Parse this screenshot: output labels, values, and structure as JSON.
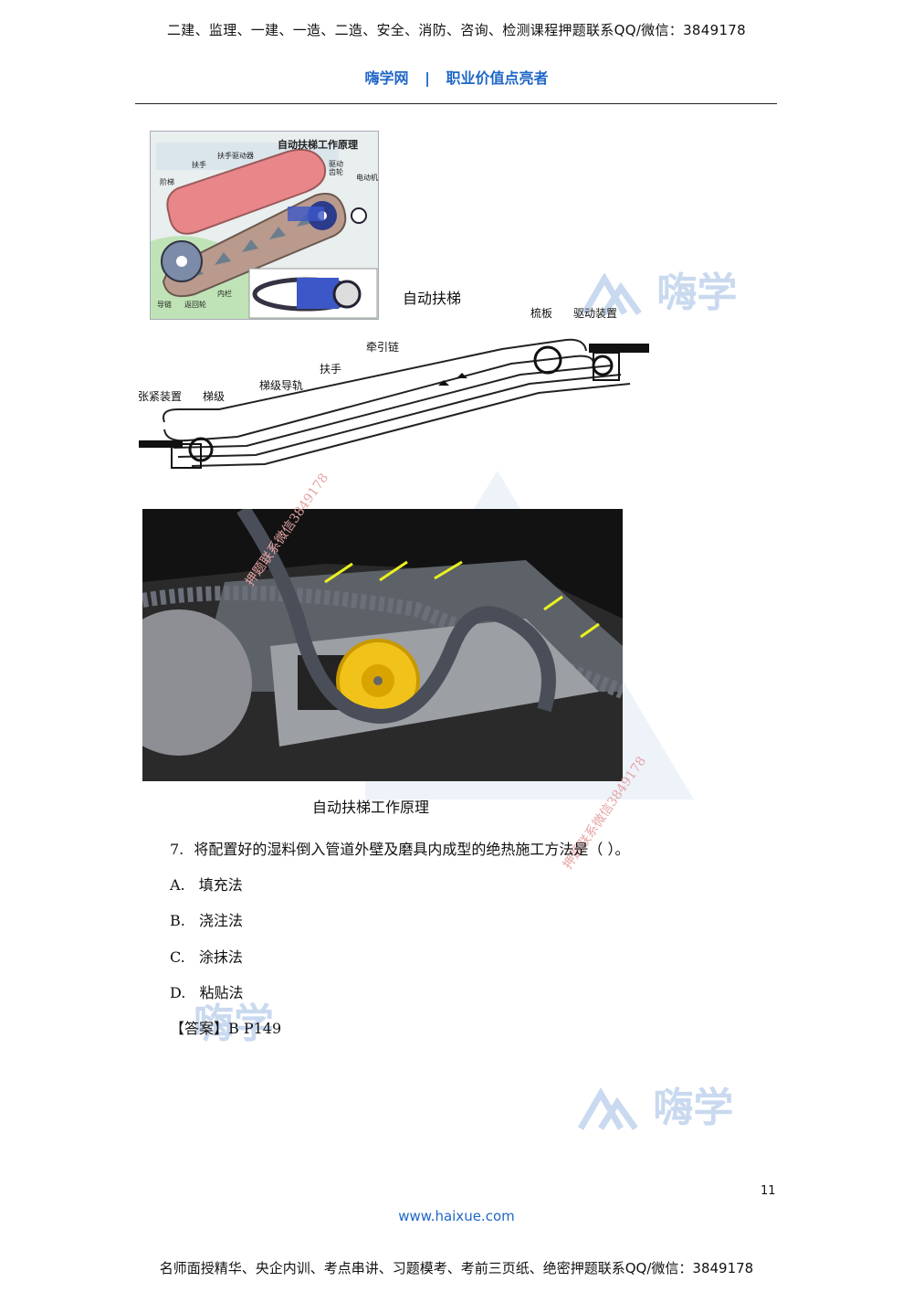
{
  "header": {
    "banner": "二建、监理、一建、一造、二造、安全、消防、咨询、检测课程押题联系QQ/微信：3849178",
    "brand_left": "嗨学网",
    "brand_sep": "|",
    "brand_right": "职业价值点亮者"
  },
  "watermark": {
    "logo_text": "嗨学",
    "diag_text": "押题联系微信3849178"
  },
  "figure1": {
    "inset_title": "自动扶梯工作原理",
    "inset_labels": {
      "handrail_drive": "扶手驱动器",
      "handrail": "扶手",
      "step": "阶梯",
      "drive_sprocket": "驱动\n齿轮",
      "motor": "电动机",
      "guide_chain": "导链",
      "return_wheel": "返回轮",
      "inner_rail": "内栏"
    },
    "main_title": "自动扶梯",
    "labels": {
      "comb": "梳板",
      "drive": "驱动装置",
      "traction_chain": "牵引链",
      "handrail": "扶手",
      "step_rail": "梯级导轨",
      "tension": "张紧装置",
      "step": "梯级"
    }
  },
  "figure2": {
    "caption": "自动扶梯工作原理"
  },
  "question": {
    "number": "7.",
    "text": "将配置好的湿料倒入管道外壁及磨具内成型的绝热施工方法是（  ）。",
    "options": [
      {
        "key": "A.",
        "text": "填充法"
      },
      {
        "key": "B.",
        "text": "浇注法"
      },
      {
        "key": "C.",
        "text": "涂抹法"
      },
      {
        "key": "D.",
        "text": "粘贴法"
      }
    ],
    "answer_label": "【答案】",
    "answer_text": "B P149"
  },
  "footer": {
    "page_number": "11",
    "site": "www.haixue.com",
    "banner": "名师面授精华、央企内训、考点串讲、习题模考、考前三页纸、绝密押题联系QQ/微信：3849178"
  },
  "colors": {
    "brand_blue": "#1f67c7",
    "watermark_blue": "#c9d9ef",
    "watermark_red": "#e6a3a3"
  }
}
